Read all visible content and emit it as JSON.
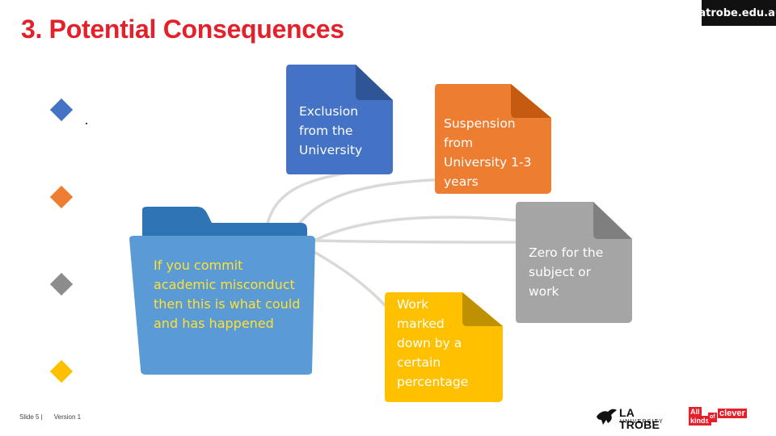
{
  "header": {
    "title": "3. Potential Consequences",
    "url_badge": "latrobe.edu.au"
  },
  "bullets": [
    {
      "color": "#4472c4"
    },
    {
      "color": "#ed7d31"
    },
    {
      "color": "#8c8c8c"
    },
    {
      "color": "#ffc000"
    }
  ],
  "folder": {
    "text": "If you commit academic misconduct then this is what could and has happened",
    "color": "#5b9bd5",
    "tab_color": "#2e75b6",
    "text_color": "#ffe033"
  },
  "consequences": [
    {
      "id": "exclusion",
      "label": "Exclusion from the University",
      "color": "#4472c4",
      "fold_color": "#2f5597"
    },
    {
      "id": "suspension",
      "label": "Suspension from University 1-3 years",
      "color": "#ed7d31",
      "fold_color": "#c55a11"
    },
    {
      "id": "zero",
      "label": "Zero for the subject or work",
      "color": "#a5a5a5",
      "fold_color": "#7f7f7f"
    },
    {
      "id": "marked-down",
      "label": "Work marked down by a certain percentage",
      "color": "#ffc000",
      "fold_color": "#bf9000"
    }
  ],
  "footer": {
    "slide": "Slide 5 |",
    "version": "Version 1"
  },
  "logos": {
    "latrobe_wordmark": "LA TROBE",
    "latrobe_sub": "UNIVERSITY",
    "clever_all": "All",
    "clever_kinds": "kinds",
    "clever_of": "of",
    "clever_clever": "clever"
  }
}
